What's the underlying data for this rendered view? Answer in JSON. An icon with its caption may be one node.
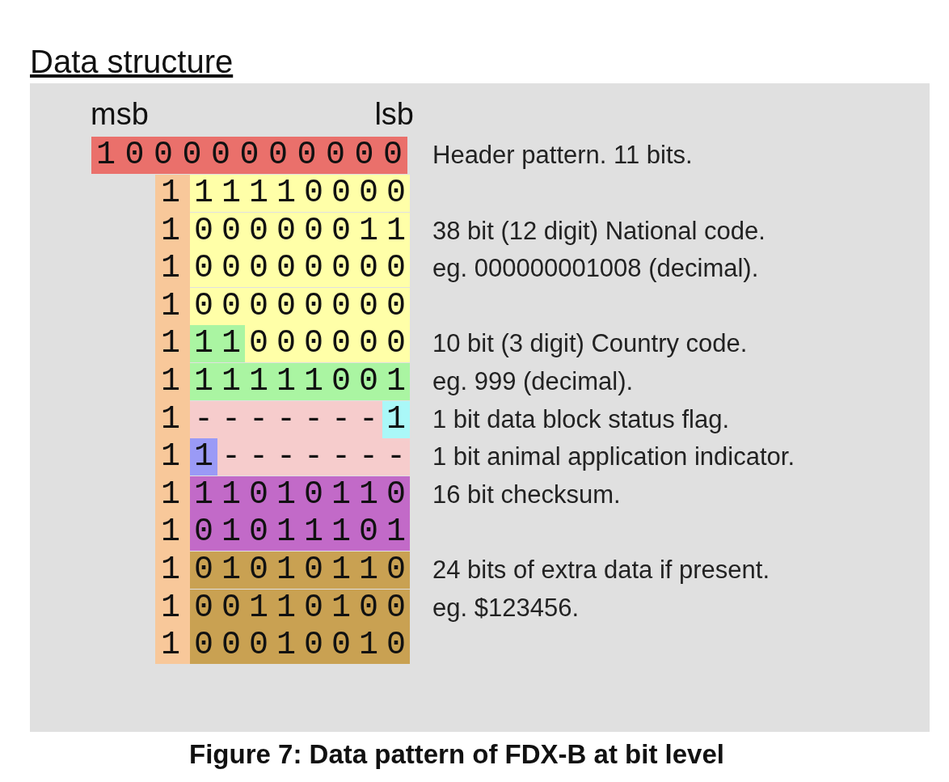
{
  "diagram": {
    "title": "Data structure",
    "caption": "Figure 7: Data pattern of FDX-B at bit level",
    "labels": [
      "msb",
      "lsb",
      "10000000000",
      "Header pattern. 11 bits.",
      "1",
      "11110000",
      "1",
      "00000011",
      "38 bit (12 digit) National code.",
      "1",
      "00000000",
      "eg. 000000001008 (decimal).",
      "1",
      "00000000",
      "1",
      "11000000",
      "10 bit (3 digit) Country code.",
      "1",
      "11111001",
      "eg. 999 (decimal).",
      "1",
      "-------1",
      "1 bit data block status flag.",
      "1",
      "1-------",
      "1 bit animal application indicator.",
      "1",
      "11010110",
      "16 bit checksum.",
      "1",
      "01011101",
      "1",
      "01010110",
      "24 bits of extra data if present.",
      "1",
      "00110100",
      "eg. $123456.",
      "1",
      "00010010"
    ]
  }
}
